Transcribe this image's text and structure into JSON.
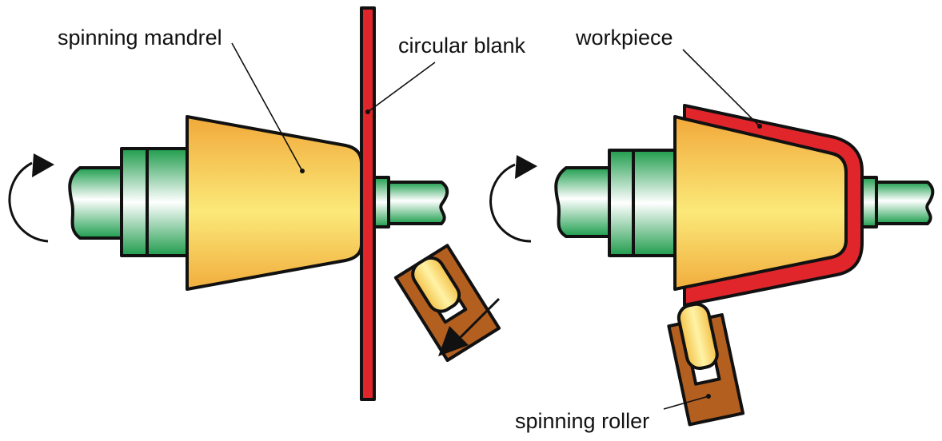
{
  "labels": {
    "spinning_mandrel": "spinning mandrel",
    "circular_blank": "circular blank",
    "workpiece": "workpiece",
    "spinning_roller": "spinning roller"
  },
  "colors": {
    "shaft_green": "#2bb860",
    "mandrel_orange": "#f3b53d",
    "blank_red": "#e0262b",
    "roller_brown": "#b35f1f",
    "roller_tip_yellow": "#f6d66a",
    "outline": "#111111"
  },
  "icons": {
    "rotation": "rotation-arrow-icon",
    "feed": "feed-direction-arrow-icon"
  }
}
